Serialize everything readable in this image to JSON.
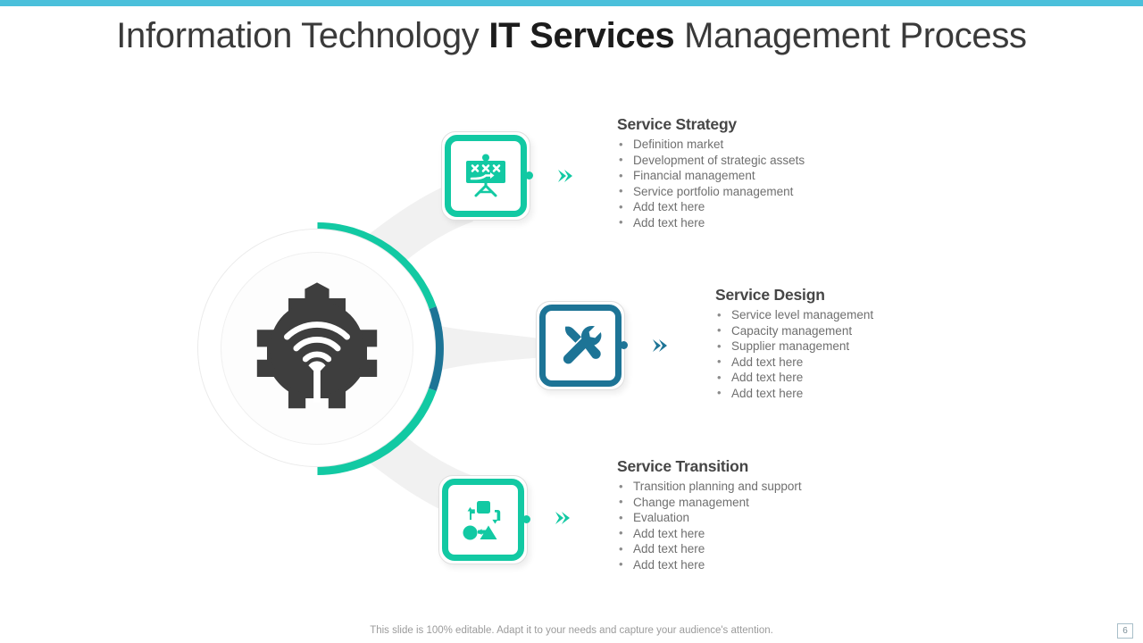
{
  "slide": {
    "title_plain_1": "Information Technology ",
    "title_strong": "IT Services",
    "title_plain_2": " Management Process",
    "title_full": "Information Technology IT Services Management Process",
    "footer_note": "This slide is 100% editable. Adapt it to your needs and capture your audience's attention.",
    "page_number": "6"
  },
  "theme": {
    "top_bar_color": "#4BC0DB",
    "teal": "#12C9A3",
    "blue": "#1D7496",
    "heading_color": "#464646",
    "body_color": "#6F6F6F",
    "ribbon_color": "#F0F0F0",
    "gear_color": "#3E3E3E"
  },
  "hub": {
    "icon": "gear-wifi-wrench-icon",
    "arc_segments": [
      {
        "name": "top-arc",
        "color": "#12C9A3"
      },
      {
        "name": "right-arc",
        "color": "#1D7496"
      },
      {
        "name": "bottom-arc",
        "color": "#12C9A3"
      }
    ]
  },
  "steps": [
    {
      "id": "service-strategy",
      "heading": "Service Strategy",
      "color": "#12C9A3",
      "icon": "presentation-board-icon",
      "bullets": [
        "Definition market",
        "Development of strategic assets",
        "Financial management",
        "Service portfolio management",
        "Add text here",
        "Add text here"
      ]
    },
    {
      "id": "service-design",
      "heading": "Service Design",
      "color": "#1D7496",
      "icon": "wrench-screwdriver-icon",
      "bullets": [
        "Service level management",
        "Capacity management",
        "Supplier management",
        "Add text here",
        "Add text here",
        "Add text here"
      ]
    },
    {
      "id": "service-transition",
      "heading": "Service Transition",
      "color": "#12C9A3",
      "icon": "shapes-flow-icon",
      "bullets": [
        "Transition planning and support",
        "Change management",
        "Evaluation",
        "Add text here",
        "Add text here",
        "Add text here"
      ]
    }
  ]
}
